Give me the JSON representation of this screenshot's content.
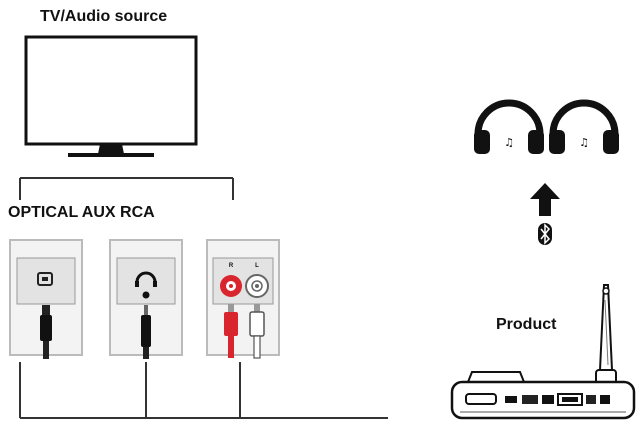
{
  "source": {
    "title": "TV/Audio source"
  },
  "inputs": {
    "header": "OPTICAL AUX RCA"
  },
  "rca": {
    "left_channel": "R",
    "right_channel": "L"
  },
  "product": {
    "label": "Product"
  },
  "icons": {
    "tv": "tv-icon",
    "optical": "optical-port-icon",
    "aux": "headphone-jack-icon",
    "bluetooth": "bluetooth-icon",
    "headphones": "headphones-icon",
    "arrow": "arrow-up-icon"
  },
  "colors": {
    "rca_red": "#d9262e",
    "rca_white": "#ffffff",
    "panel": "#e6e6e6",
    "cable": "#1a1a1a"
  }
}
